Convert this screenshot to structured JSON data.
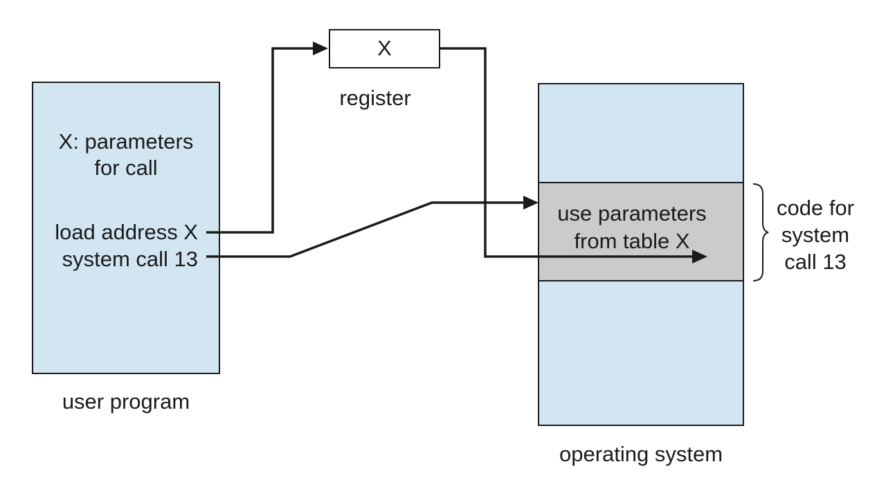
{
  "user_program": {
    "label": "user program",
    "params_line1": "X: parameters",
    "params_line2": "for call",
    "instr_load": "load address X",
    "instr_syscall": "system call 13"
  },
  "register": {
    "value": "X",
    "label": "register"
  },
  "operating_system": {
    "label": "operating system",
    "region_line1": "use parameters",
    "region_line2": "from table X",
    "brace_line1": "code for",
    "brace_line2": "system",
    "brace_line3": "call 13"
  },
  "colors": {
    "box_fill": "#d1e6f0",
    "region_fill": "#cbcbcb",
    "stroke": "#1a1a1a"
  }
}
